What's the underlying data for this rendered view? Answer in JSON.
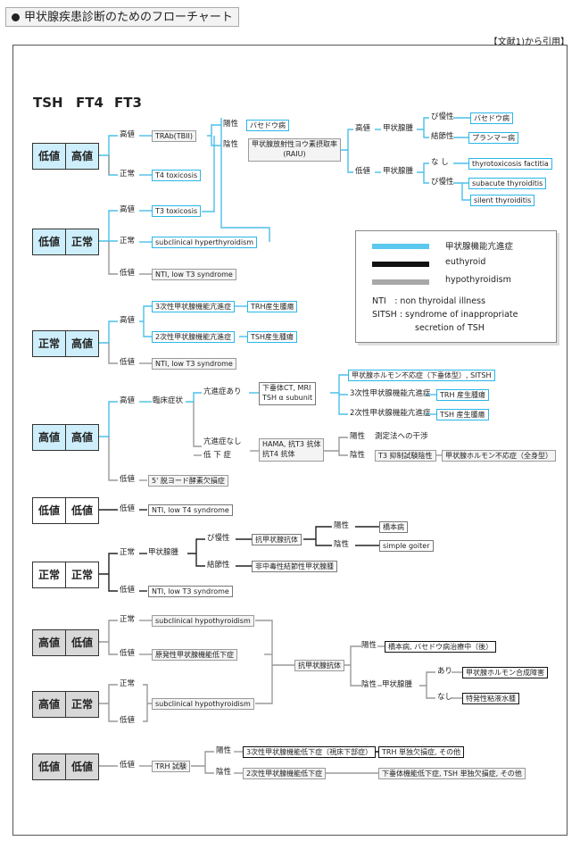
{
  "header": {
    "title": "甲状腺疾患診断のためのフローチャート",
    "source": "【文献1)から引用】"
  },
  "columns": {
    "tsh": "TSH",
    "ft4": "FT4",
    "ft3": "FT3"
  },
  "pairs": [
    [
      "低値",
      "高値"
    ],
    [
      "低値",
      "正常"
    ],
    [
      "正常",
      "高値"
    ],
    [
      "高値",
      "高値"
    ],
    [
      "低値",
      "低値"
    ],
    [
      "正常",
      "正常"
    ],
    [
      "高値",
      "低値"
    ],
    [
      "高値",
      "正常"
    ],
    [
      "低値",
      "低値"
    ]
  ],
  "texts": {
    "s1_high": "高値",
    "s1_trab": "TRAb(TBII)",
    "s1_yousei": "陽性",
    "s1_basedow": "バセドウ病",
    "s1_insei": "陰性",
    "s1_raiu1": "甲状腺放射性ヨウ素摂取率",
    "s1_raiu2": "(RAIU)",
    "s1_r_high": "高値",
    "s1_goiter1": "甲状腺腫",
    "s1_diffuse": "び慢性",
    "s1_basedow2": "バセドウ病",
    "s1_nodular": "結節性",
    "s1_plummer": "プランマー病",
    "s1_r_low": "低値",
    "s1_goiter2": "甲状腺腫",
    "s1_nashi": "な し",
    "s1_factitia": "thyrotoxicosis factitia",
    "s1_diffuse2": "び慢性",
    "s1_subacute": "subacute thyroiditis",
    "s1_silent": "silent thyroiditis",
    "s1_normal": "正常",
    "s1_t4tox": "T4 toxicosis",
    "s2_high": "高値",
    "s2_t3tox": "T3 toxicosis",
    "s2_normal": "正常",
    "s2_subclin": "subclinical hyperthyroidism",
    "s2_low": "低値",
    "s2_nti": "NTI, low T3 syndrome",
    "s3_high": "高値",
    "s3_third": "3次性甲状腺機能亢進症",
    "s3_trh": "TRH産生腫瘍",
    "s3_second": "2次性甲状腺機能亢進症",
    "s3_tsh": "TSH産生腫瘍",
    "s3_low": "低値",
    "s3_nti": "NTI, low T3 syndrome",
    "s4_high": "高値",
    "s4_clin": "臨床症状",
    "s4_ari": "亢進症あり",
    "s4_ct1": "下垂体CT, MRI",
    "s4_ct2": "TSH α subunit",
    "s4_resist": "甲状腺ホルモン不応症（下垂体型）, SITSH",
    "s4_third": "3次性甲状腺機能亢進症",
    "s4_trh": "TRH 産生腫瘍",
    "s4_second": "2次性甲状腺機能亢進症",
    "s4_tsh": "TSH 産生腫瘍",
    "s4_nashi": "亢進症なし",
    "s4_teika": "低 下 症",
    "s4_hama1": "HAMA, 抗T3 抗体",
    "s4_hama2": "抗T4 抗体",
    "s4_yousei": "陽性",
    "s4_interf": "測定法への干渉",
    "s4_insei": "陰性",
    "s4_supp": "T3 抑制試験陰性",
    "s4_resist2": "甲状腺ホルモン不応症（全身型）",
    "s4_low": "低値",
    "s4_deiod": "5' 脱ヨード酵素欠損症",
    "s5_low": "低値",
    "s5_nti": "NTI, low T4 syndrome",
    "s6_normal": "正常",
    "s6_goiter": "甲状腺腫",
    "s6_diffuse": "び慢性",
    "s6_ab": "抗甲状腺抗体",
    "s6_yousei": "陽性",
    "s6_hashimoto": "橋本病",
    "s6_insei": "陰性",
    "s6_simple": "simple goiter",
    "s6_nodular": "結節性",
    "s6_nontox": "非中毒性結節性甲状腺腫",
    "s6_low": "低値",
    "s6_nti": "NTI, low T3 syndrome",
    "s7_normal": "正常",
    "s7_subhypo": "subclinical hypothyroidism",
    "s7_low": "低値",
    "s7_primary": "原発性甲状腺機能低下症",
    "s7_ab": "抗甲状腺抗体",
    "s7_yousei": "陽性",
    "s7_hashimoto": "橋本病, バセドウ病治療中（後）",
    "s7_insei": "陰性",
    "s7_goiter": "甲状腺腫",
    "s7_ari": "あり",
    "s7_synth": "甲状腺ホルモン合成障害",
    "s7_nashi": "なし",
    "s7_myx": "特発性粘液水腫",
    "s8_normal": "正常",
    "s8_low": "低値",
    "s8_subhypo": "subclinical hypothyroidism",
    "s9_low": "低値",
    "s9_trh": "TRH 試験",
    "s9_yousei": "陽性",
    "s9_tertiary": "3次性甲状腺機能低下症（視床下部症）",
    "s9_trhdef": "TRH 単独欠損症, その他",
    "s9_insei": "陰性",
    "s9_secondary": "2次性甲状腺機能低下症",
    "s9_pit": "下垂体機能低下症, TSH 単独欠損症, その他"
  },
  "legend": {
    "hyper": "甲状腺機能亢進症",
    "euthyroid": "euthyroid",
    "hypo": "hypothyroidism",
    "nti": "NTI　: non thyroidal illness",
    "sitsh1": "SITSH : syndrome of inappropriate",
    "sitsh2": "secretion of TSH",
    "color_hyper": "#5bc8ef",
    "color_eu": "#111111",
    "color_hypo": "#a8a8a8"
  }
}
